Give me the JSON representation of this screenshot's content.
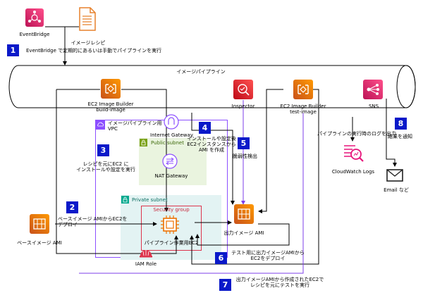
{
  "labels": {
    "eventbridge": "EventBridge",
    "image_recipe": "イメージレシピ",
    "step1": "EventBridge で定期的にあるいは手動でパイプラインを実行",
    "pipeline": "イメージパイプライン",
    "ec2ib_build": "EC2 Image Builder\nbuild-image",
    "inspector": "Inspector",
    "ec2ib_test": "EC2 Image Builder\ntest-image",
    "sns": "SNS",
    "vpc": "イメージパイプライン用\nVPC",
    "internet_gateway": "Internet Gateway",
    "public_subnet": "Public subnet",
    "nat_gateway": "NAT Gateway",
    "step3": "レシピを元にEC2 に\nインストールや設定を実行",
    "step4": "インストールや設定後\nEC2インスタンスから\nAMI を作成",
    "step5": "脆弱性検出",
    "private_subnet": "Private subnet",
    "security_group": "Security group",
    "step2": "ベースイメージ AMIからEC2を\nデプロイ",
    "base_ami": "ベースイメージ AMI",
    "pipeline_ec2": "パイプライン作業用EC2",
    "iam_role": "IAM Role",
    "output_ami": "出力イメージ AMI",
    "step6": "テスト用に出力イメージAMIから\nEC2をデプロイ",
    "step7": "出力イメージAMIから作成されたEC2で\nレシピを元にテストを実行",
    "pipeline_log": "パイプラインの実行時のログを出力",
    "cloudwatch_logs": "CloudWatch Logs",
    "step8": "結果を通知",
    "email": "Email など"
  },
  "numbers": [
    "1",
    "2",
    "3",
    "4",
    "5",
    "6",
    "7",
    "8"
  ],
  "colors": {
    "orange_dark": "#c8511b",
    "orange_light": "#ff9900",
    "pink_dark": "#bc1356",
    "pink_light": "#ff4f8b",
    "step_badge": "#0a19c9",
    "vpc_border": "#8c4fff",
    "security_group": "#dd344c",
    "public_subnet_fill": "#eaf4df",
    "private_subnet_fill": "#e3f3f3"
  },
  "icons": [
    "eventbridge-icon",
    "image-recipe-icon",
    "ec2-image-builder-icon",
    "inspector-icon",
    "sns-icon",
    "vpc-icon",
    "internet-gateway-icon",
    "public-subnet-lock-icon",
    "nat-gateway-icon",
    "private-subnet-lock-icon",
    "ami-icon",
    "ec2-instance-icon",
    "iam-role-icon",
    "cloudwatch-logs-icon",
    "email-icon"
  ]
}
